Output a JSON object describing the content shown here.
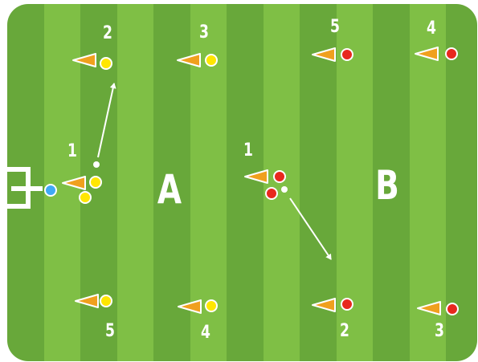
{
  "zone_labels": {
    "a": "A",
    "b": "B"
  },
  "numbers": {
    "y1": "1",
    "y2": "2",
    "y3": "3",
    "y4": "4",
    "y5": "5",
    "r1": "1",
    "r2": "2",
    "r3": "3",
    "r4": "4",
    "r5": "5"
  },
  "colors": {
    "stripe_dark": "#68a83a",
    "stripe_light": "#7fbf45",
    "cone": "#f0a01e",
    "team_a": "#ffe600",
    "team_b": "#e8281e",
    "ball_carrier": "#3fa9f5",
    "lines": "#ffffff"
  },
  "icons": [
    "goal-post-icon",
    "cone-icon",
    "player-icon",
    "ball-icon",
    "pass-arrow-icon"
  ]
}
